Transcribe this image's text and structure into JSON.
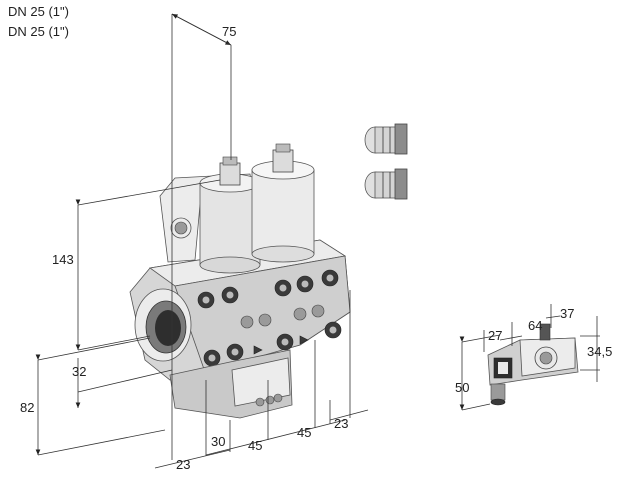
{
  "header": {
    "line1": "DN 25 (1\")",
    "line2": "DN 25 (1\")"
  },
  "dimensions": {
    "top_width": "75",
    "height_main": "143",
    "height_lower": "32",
    "height_total": "82",
    "depth_front": "23",
    "offset_30": "30",
    "pitch_a": "45",
    "pitch_b": "45",
    "depth_side": "23",
    "coil_27": "27",
    "coil_64": "64",
    "coil_37": "37",
    "coil_34_5": "34,5",
    "coil_50": "50"
  }
}
